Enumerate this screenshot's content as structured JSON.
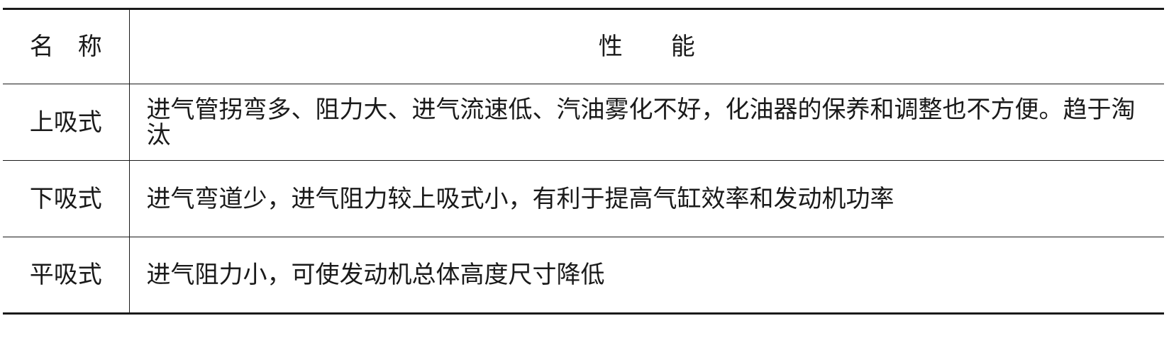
{
  "table": {
    "headers": {
      "name": "名　称",
      "performance": "性　　能"
    },
    "rows": [
      {
        "name": "上吸式",
        "performance": "进气管拐弯多、阻力大、进气流速低、汽油雾化不好，化油器的保养和调整也不方便。趋于淘汰"
      },
      {
        "name": "下吸式",
        "performance": "进气弯道少，进气阻力较上吸式小，有利于提高气缸效率和发动机功率"
      },
      {
        "name": "平吸式",
        "performance": "进气阻力小，可使发动机总体高度尺寸降低"
      }
    ]
  }
}
